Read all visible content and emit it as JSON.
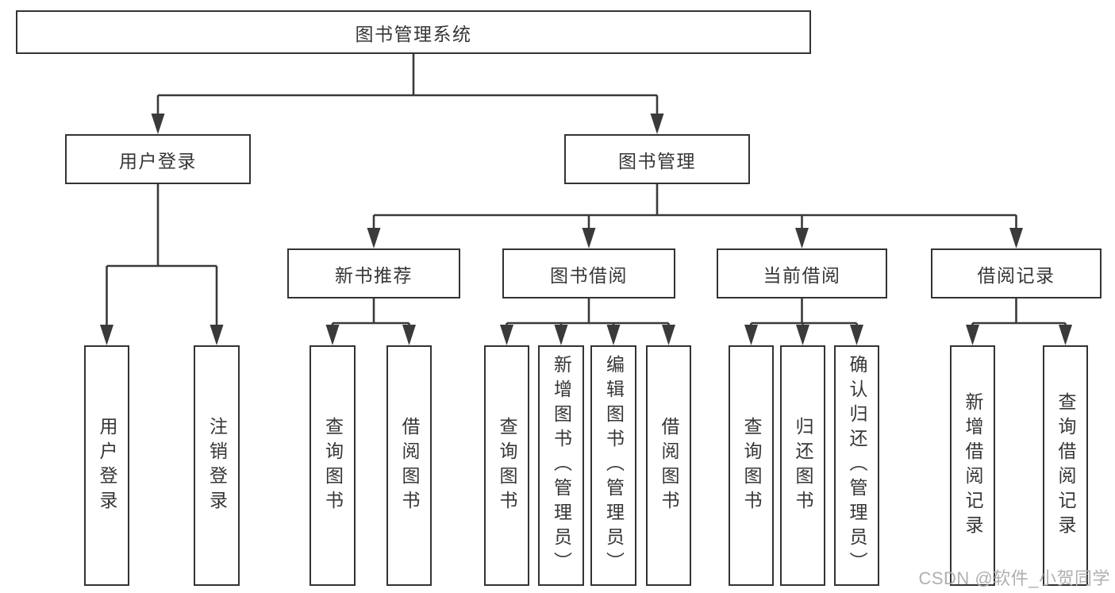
{
  "tree": {
    "label": "图书管理系统",
    "children": [
      {
        "label": "用户登录",
        "children": [
          {
            "label": "用户登录"
          },
          {
            "label": "注销登录"
          }
        ]
      },
      {
        "label": "图书管理",
        "children": [
          {
            "label": "新书推荐",
            "children": [
              {
                "label": "查询图书"
              },
              {
                "label": "借阅图书"
              }
            ]
          },
          {
            "label": "图书借阅",
            "children": [
              {
                "label": "查询图书"
              },
              {
                "label": "新增图书（管理员）"
              },
              {
                "label": "编辑图书（管理员）"
              },
              {
                "label": "借阅图书"
              }
            ]
          },
          {
            "label": "当前借阅",
            "children": [
              {
                "label": "查询图书"
              },
              {
                "label": "归还图书"
              },
              {
                "label": "确认归还（管理员）"
              }
            ]
          },
          {
            "label": "借阅记录",
            "children": [
              {
                "label": "新增借阅记录"
              },
              {
                "label": "查询借阅记录"
              }
            ]
          }
        ]
      }
    ]
  },
  "watermark": {
    "text": "CSDN @软件_小贺同学"
  },
  "colors": {
    "line": "#3a3a3a",
    "box_border": "#333333",
    "text": "#363636",
    "watermark": "#b0b0b0",
    "background": "#ffffff"
  }
}
